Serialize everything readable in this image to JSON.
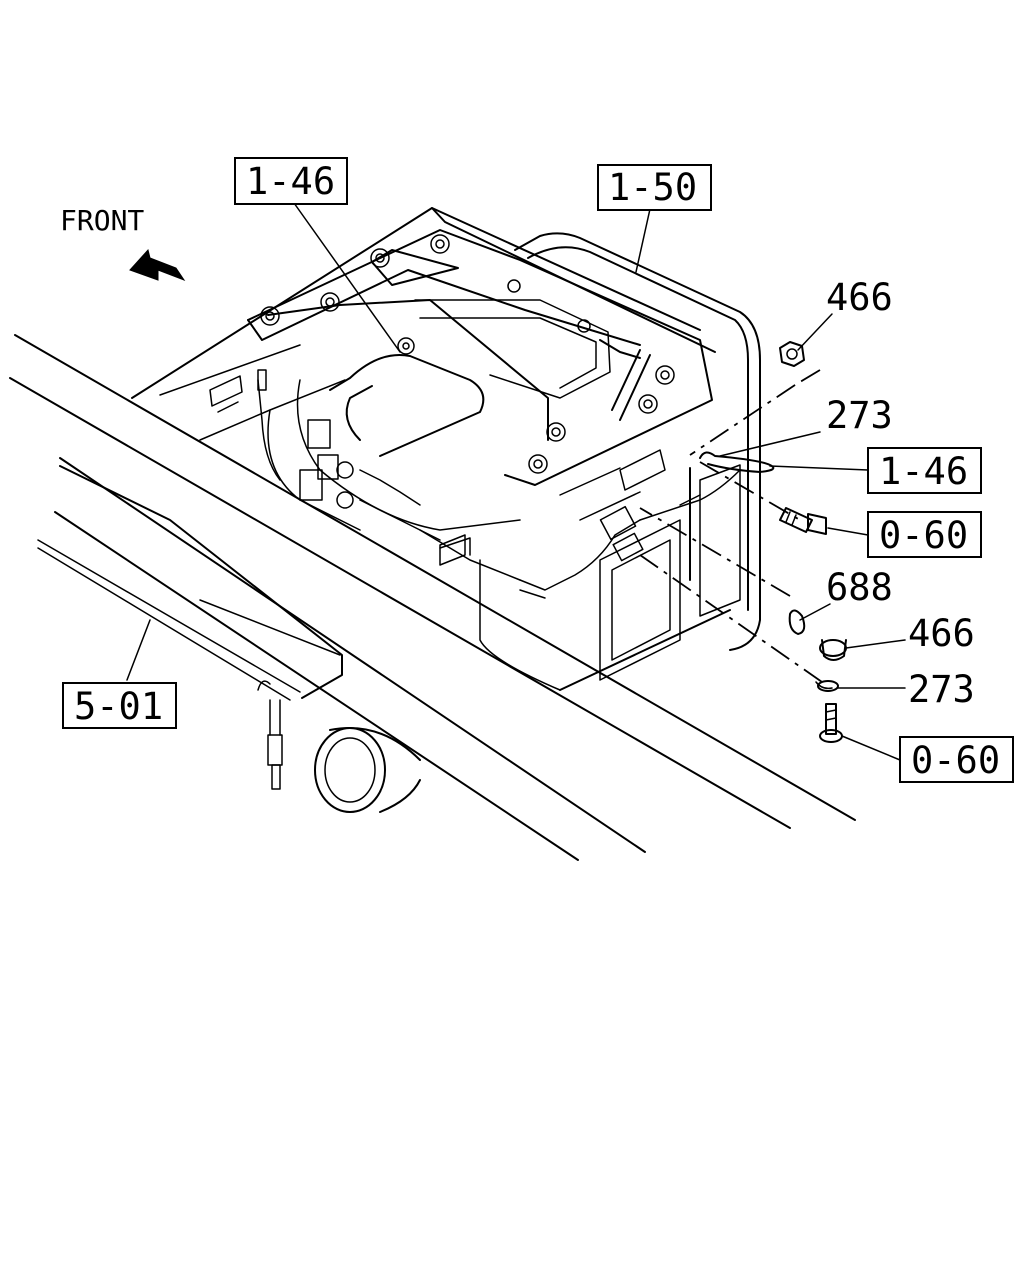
{
  "front_label": "FRONT",
  "callouts": {
    "ref_1_46_top": "1-46",
    "ref_1_50": "1-50",
    "part_466_top": "466",
    "part_273_top": "273",
    "ref_1_46_right": "1-46",
    "ref_0_60_mid": "0-60",
    "part_688": "688",
    "part_466_bottom": "466",
    "part_273_bottom": "273",
    "ref_0_60_bottom": "0-60",
    "ref_5_01": "5-01"
  },
  "icons": {
    "front_arrow": "arrow-up-left-icon"
  }
}
